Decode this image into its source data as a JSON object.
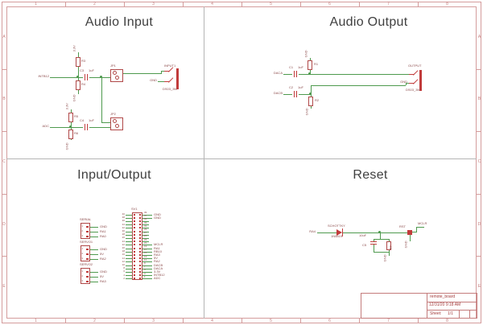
{
  "frame": {
    "column_labels": [
      "1",
      "2",
      "3",
      "4",
      "5",
      "6",
      "7",
      "8"
    ],
    "row_labels": [
      "A",
      "B",
      "C",
      "D",
      "E"
    ]
  },
  "title_block": {
    "project": "remote_board",
    "date": "12/31/20 9:18 AM",
    "sheet_label": "Sheet:",
    "sheet_value": "1/1"
  },
  "colors": {
    "wire": "#4e9a4e",
    "component": "#b04848",
    "component_solid": "#c13b3b",
    "frame": "#d49c9c",
    "frame_text": "#c47c7c",
    "label": "#8b4a4a",
    "title": "#3f3f3f",
    "divider": "#b5b5b5",
    "title_block_text": "#a33b3b"
  },
  "common": {
    "gnd": "GND",
    "v33": "3.3V",
    "cap_1uf": "1uF"
  },
  "audio_input": {
    "title": "Audio Input",
    "net_in": "INTB12",
    "net_adc": "ADC",
    "r_top1": "R3",
    "r_bot1": "R4",
    "r_top2": "R5",
    "r_bot2": "R6",
    "cap1_name": "C3",
    "cap2_name": "C4",
    "part1": "JP1",
    "part2": "JP2",
    "jack_label": "INPUT1",
    "jack_part": "DS03_3M"
  },
  "audio_output": {
    "title": "Audio Output",
    "net_a": "DACA",
    "net_b": "DACB",
    "cap_a": "C1",
    "cap_b": "C2",
    "res_a": "R1",
    "res_b": "R2",
    "jack_label": "OUTPUT",
    "jack_part": "DS03_3M"
  },
  "io": {
    "title": "Input/Output",
    "headers": [
      {
        "name": "SERIAL",
        "pin_numbers": [
          "1",
          "2",
          "3"
        ],
        "pins": [
          "GND",
          "RA1",
          "RA0"
        ]
      },
      {
        "name": "SERVO1",
        "pin_numbers": [
          "1",
          "2",
          "3"
        ],
        "pins": [
          "GND",
          "5V",
          "RA2"
        ]
      },
      {
        "name": "SERVO2",
        "pin_numbers": [
          "1",
          "2",
          "3"
        ],
        "pins": [
          "GND",
          "5V",
          "RA3"
        ]
      }
    ],
    "sv1": {
      "name": "SV1",
      "left_numbers": [
        "40",
        "38",
        "36",
        "34",
        "32",
        "30",
        "28",
        "26",
        "24",
        "22",
        "20",
        "18",
        "16",
        "14",
        "12",
        "10",
        "8",
        "6",
        "4",
        "2"
      ],
      "right_numbers": [
        "39",
        "37",
        "35",
        "33",
        "31",
        "29",
        "27",
        "25",
        "23",
        "21",
        "19",
        "17",
        "15",
        "13",
        "11",
        "9",
        "7",
        "5",
        "3",
        "1"
      ],
      "right_labels": [
        "GND",
        "GND",
        "",
        "",
        "",
        "",
        "",
        "",
        "",
        "MCLR",
        "RA1",
        "RB10",
        "RA3",
        "5V",
        "RA2",
        "DACB",
        "DACA",
        "3.3V",
        "INTB12",
        "ADC"
      ]
    }
  },
  "reset": {
    "title": "Reset",
    "net_in": "RA4",
    "diode_label": "SCHOTTKY",
    "diode_part": "1N5819",
    "cap_value": "10uF",
    "cap_name": "C5",
    "res_name": "R7",
    "button_label": "RST",
    "mclr": "MCLR"
  }
}
